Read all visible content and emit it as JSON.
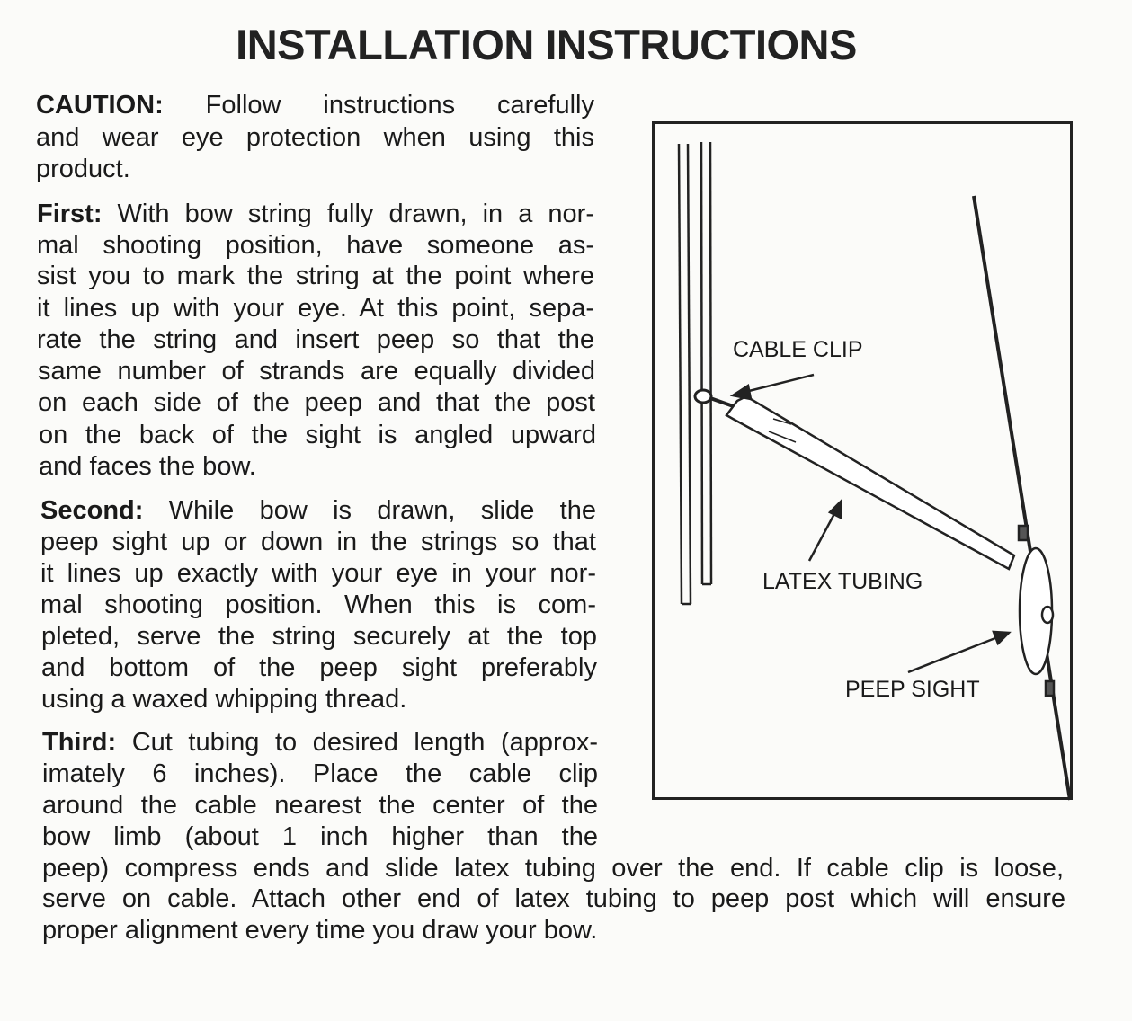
{
  "title": "INSTALLATION INSTRUCTIONS",
  "caution": {
    "heading": "CAUTION:",
    "lines": [
      " Follow instructions carefully",
      "and wear eye protection when using this",
      "product."
    ]
  },
  "first": {
    "heading": "First:",
    "lines": [
      " With bow string fully drawn, in a nor-",
      "mal shooting position, have someone as-",
      "sist you to mark the string at the point where",
      "it lines up with your eye. At this point, sepa-",
      "rate the string and insert peep so that the",
      "same number of strands are equally divided",
      "on each side of the peep and that the post",
      "on the back of the sight is angled upward",
      "and faces the bow."
    ]
  },
  "second": {
    "heading": "Second:",
    "lines": [
      " While bow is drawn, slide the",
      "peep sight up or down in the strings so that",
      "it lines up exactly with your eye in your nor-",
      "mal shooting position. When this is com-",
      "pleted, serve the string securely at the top",
      "and bottom of the peep sight preferably",
      "using a waxed whipping thread."
    ]
  },
  "third": {
    "heading": "Third:",
    "lines": [
      " Cut tubing to desired length (approx-",
      "imately 6 inches). Place the cable clip",
      "around the cable nearest the center of the",
      "bow limb (about 1 inch higher than the",
      "peep) compress ends and slide latex tubing over the end. If cable clip is loose,",
      "serve on cable. Attach other end of latex tubing to peep post which will ensure",
      "proper alignment every time you draw your bow."
    ]
  },
  "diagram": {
    "labels": {
      "cable_clip": "CABLE CLIP",
      "latex_tubing": "LATEX TUBING",
      "peep_sight": "PEEP SIGHT"
    }
  }
}
